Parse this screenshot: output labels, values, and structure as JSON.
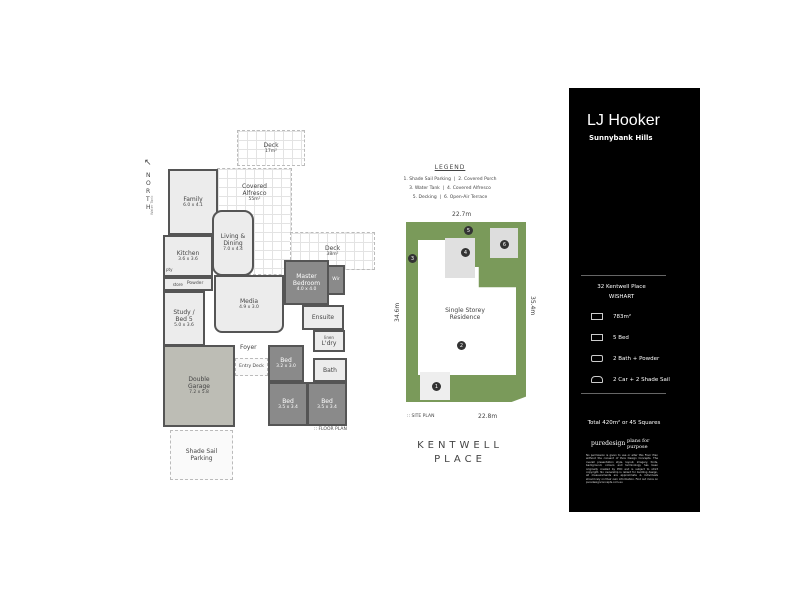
{
  "floor_plan": {
    "north_label": "NORTH",
    "water_tank_label": "Water Tank",
    "caption": ":: FLOOR PLAN",
    "rooms": {
      "deck_top": {
        "name": "Deck",
        "dims": "17m²"
      },
      "alfresco": {
        "name": "Covered Alfresco",
        "dims": "55m²"
      },
      "deck_right": {
        "name": "Deck",
        "dims": "38m²"
      },
      "family": {
        "name": "Family",
        "dims": "6.0 x 4.1"
      },
      "kitchen": {
        "name": "Kitchen",
        "dims": "3.6 x 3.6"
      },
      "living": {
        "name": "Living & Dining",
        "dims": "7.0 x 4.4"
      },
      "master": {
        "name": "Master Bedroom",
        "dims": "4.0 x 4.0"
      },
      "wir": {
        "name": "Wir"
      },
      "media": {
        "name": "Media",
        "dims": "4.9 x 3.0"
      },
      "study": {
        "name": "Study / Bed 5",
        "dims": "5.0 x 3.6"
      },
      "ensuite": {
        "name": "Ensuite"
      },
      "laundry": {
        "name": "L'dry"
      },
      "foyer": {
        "name": "Foyer"
      },
      "entry_deck": {
        "name": "Entry Deck"
      },
      "bed4": {
        "name": "Bed",
        "dims": "3.2 x 3.0"
      },
      "bath": {
        "name": "Bath"
      },
      "garage": {
        "name": "Double Garage",
        "dims": "7.2 x 5.8"
      },
      "bed2": {
        "name": "Bed",
        "dims": "3.5 x 3.4"
      },
      "bed3": {
        "name": "Bed",
        "dims": "3.5 x 3.4"
      },
      "shade_sail": {
        "name": "Shade Sail Parking"
      },
      "powder": {
        "name": "Powder"
      },
      "pantry": {
        "name": "pty"
      },
      "store": {
        "name": "store"
      },
      "linen": {
        "name": "linen"
      }
    }
  },
  "site_plan": {
    "legend_title": "LEGEND",
    "legend_lines": [
      "1. Shade Sail Parking  |  2. Covered Porch",
      "3. Water Tank  |  4. Covered Alfresco",
      "5. Decking  |  6. Open-Air Terrace"
    ],
    "dim_top": "22.7m",
    "dim_bottom": "22.8m",
    "dim_left": "34.6m",
    "dim_right": "35.4m",
    "residence_label": "Single Storey Residence",
    "caption": ":: SITE PLAN",
    "markers": [
      "1",
      "2",
      "3",
      "4",
      "5",
      "6"
    ],
    "street_line1": "KENTWELL",
    "street_line2": "PLACE"
  },
  "panel": {
    "brand": "LJ Hooker",
    "office": "Sunnybank Hills",
    "address": "32 Kentwell Place",
    "suburb": "WISHART",
    "features": [
      {
        "icon": "land-icon",
        "label": "783m²"
      },
      {
        "icon": "bed-icon",
        "label": "5 Bed"
      },
      {
        "icon": "bath-icon",
        "label": "2 Bath + Powder"
      },
      {
        "icon": "car-icon",
        "label": "2 Car + 2 Shade Sail"
      }
    ],
    "total": "Total 420m² or 45 Squares",
    "logo1": "puredesign",
    "logo2": "plans for purpose",
    "disclaimer": "No permission is given to use or alter this Floor Plan without the consent of Pure Design Concepts. The overall presentation style, layout, imagery, fonts, background, colours and terminology has been originally created by PDC and is subject to strict copyright. No ownership is reliant for building design, all measurements are approximate & individuals should rely on their own information. Find out more on puredesignconcepts.com.au",
    "colors": {
      "background": "#000000",
      "text": "#ffffff"
    }
  }
}
